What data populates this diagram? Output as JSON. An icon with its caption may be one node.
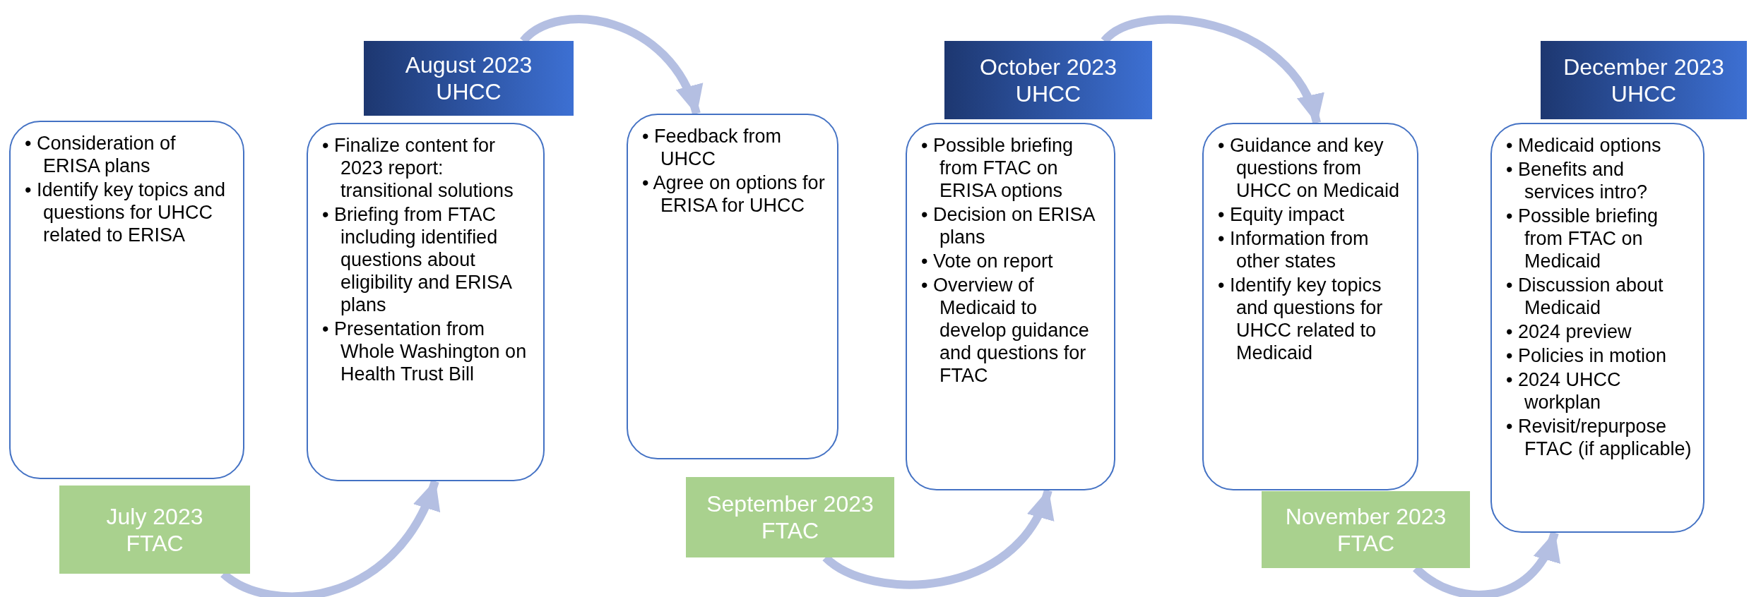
{
  "diagram": {
    "nodes": [
      {
        "text": [
          "• Consideration of ERISA plans",
          "• Identify key topics and questions for UHCC related to ERISA"
        ]
      },
      {
        "text": [
          "July 2023",
          "FTAC"
        ]
      },
      {
        "text": [
          "• Finalize content for 2023 report: transitional solutions",
          "• Briefing from FTAC including identified questions about eligibility and ERISA plans",
          "• Presentation from Whole Washington on Health Trust Bill"
        ]
      },
      {
        "text": [
          "August 2023",
          "UHCC"
        ]
      },
      {
        "text": [
          "• Feedback from UHCC",
          "• Agree on options for ERISA for UHCC"
        ]
      },
      {
        "text": [
          "September 2023",
          "FTAC"
        ]
      },
      {
        "text": [
          "• Possible briefing from FTAC on ERISA options",
          "• Decision on ERISA plans",
          "• Vote on report",
          "• Overview of Medicaid to develop guidance and questions for FTAC"
        ]
      },
      {
        "text": [
          "October 2023",
          "UHCC"
        ]
      },
      {
        "text": [
          "• Guidance and key questions from UHCC on Medicaid",
          "• Equity impact",
          "• Information from other states",
          "• Identify key topics and questions for UHCC related to Medicaid"
        ]
      },
      {
        "text": [
          "November 2023",
          "FTAC"
        ]
      },
      {
        "text": [
          "• Medicaid options",
          "• Benefits and services intro?",
          "• Possible briefing from FTAC on Medicaid",
          "• Discussion about Medicaid",
          "• 2024 preview",
          "• Policies in motion",
          "• 2024 UHCC workplan",
          "• Revisit/repurpose FTAC (if applicable)"
        ]
      },
      {
        "text": [
          "December 2023",
          "UHCC"
        ]
      }
    ],
    "edges": [
      {
        "from": 1,
        "to": 2,
        "arrow": "to"
      },
      {
        "from": 3,
        "to": 4,
        "arrow": "to"
      },
      {
        "from": 5,
        "to": 6,
        "arrow": "to"
      },
      {
        "from": 7,
        "to": 8,
        "arrow": "to"
      },
      {
        "from": 9,
        "to": 10,
        "arrow": "to"
      }
    ]
  }
}
